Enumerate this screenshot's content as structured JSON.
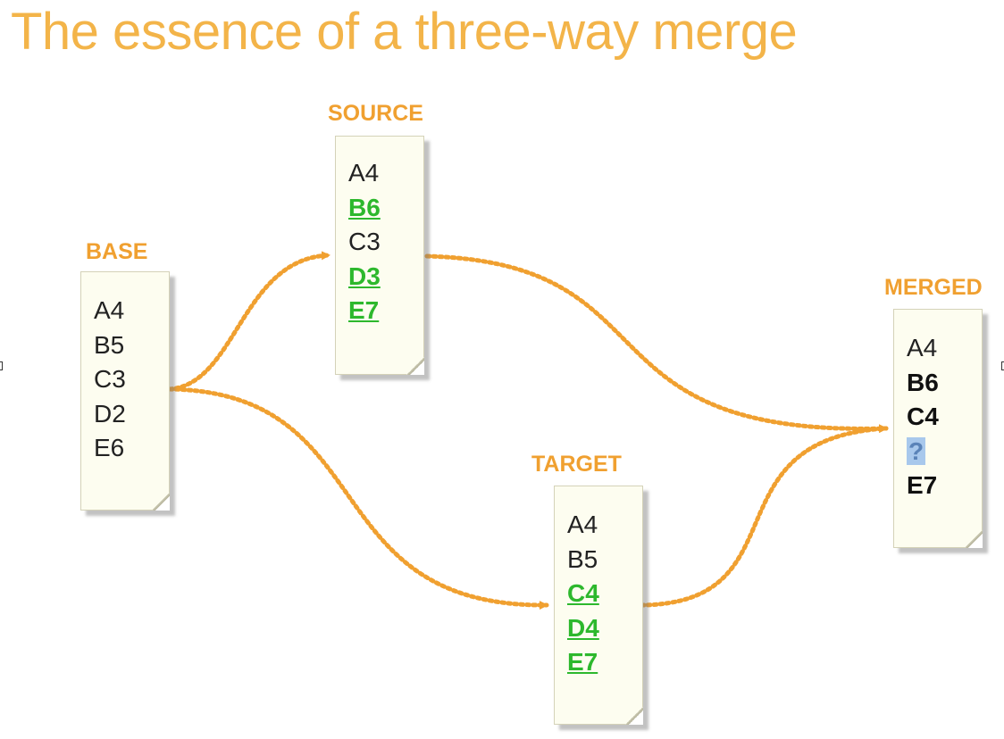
{
  "title": "The essence of a three-way merge",
  "colors": {
    "accent": "#f0a030",
    "changed": "#2db82d",
    "conflict": "#a8c8ec"
  },
  "docs": {
    "base": {
      "label": "BASE",
      "lines": [
        {
          "text": "A4",
          "style": "plain"
        },
        {
          "text": "B5",
          "style": "plain"
        },
        {
          "text": "C3",
          "style": "plain"
        },
        {
          "text": "D2",
          "style": "plain"
        },
        {
          "text": "E6",
          "style": "plain"
        }
      ]
    },
    "source": {
      "label": "SOURCE",
      "lines": [
        {
          "text": "A4",
          "style": "plain"
        },
        {
          "text": "B6",
          "style": "changed"
        },
        {
          "text": "C3",
          "style": "plain"
        },
        {
          "text": "D3",
          "style": "changed"
        },
        {
          "text": "E7",
          "style": "changed"
        }
      ]
    },
    "target": {
      "label": "TARGET",
      "lines": [
        {
          "text": "A4",
          "style": "plain"
        },
        {
          "text": "B5",
          "style": "plain"
        },
        {
          "text": "C4",
          "style": "changed"
        },
        {
          "text": "D4",
          "style": "changed"
        },
        {
          "text": "E7",
          "style": "changed"
        }
      ]
    },
    "merged": {
      "label": "MERGED",
      "lines": [
        {
          "text": "A4",
          "style": "plain"
        },
        {
          "text": "B6",
          "style": "bold"
        },
        {
          "text": "C4",
          "style": "bold"
        },
        {
          "text": "?",
          "style": "conflict"
        },
        {
          "text": "E7",
          "style": "bold"
        }
      ]
    }
  }
}
